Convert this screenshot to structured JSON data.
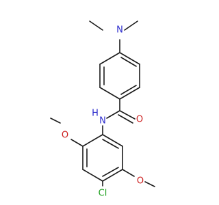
{
  "molecule": {
    "atoms": {
      "dimethylamino_nitrogen": {
        "symbol": "N",
        "color": "#2a2acc"
      },
      "amide_nitrogen": {
        "symbol": "N",
        "color": "#2a2acc"
      },
      "amide_hydrogen": {
        "symbol": "H",
        "color": "#2a2acc"
      },
      "carbonyl_oxygen": {
        "symbol": "O",
        "color": "#cc1f1f"
      },
      "methoxy_oxygen_left": {
        "symbol": "O",
        "color": "#cc1f1f"
      },
      "methoxy_oxygen_right": {
        "symbol": "O",
        "color": "#cc1f1f"
      },
      "chlorine": {
        "symbol": "Cl",
        "color": "#1fa01f"
      }
    },
    "bond_color": "#1a1a1a",
    "background": "#ffffff"
  }
}
